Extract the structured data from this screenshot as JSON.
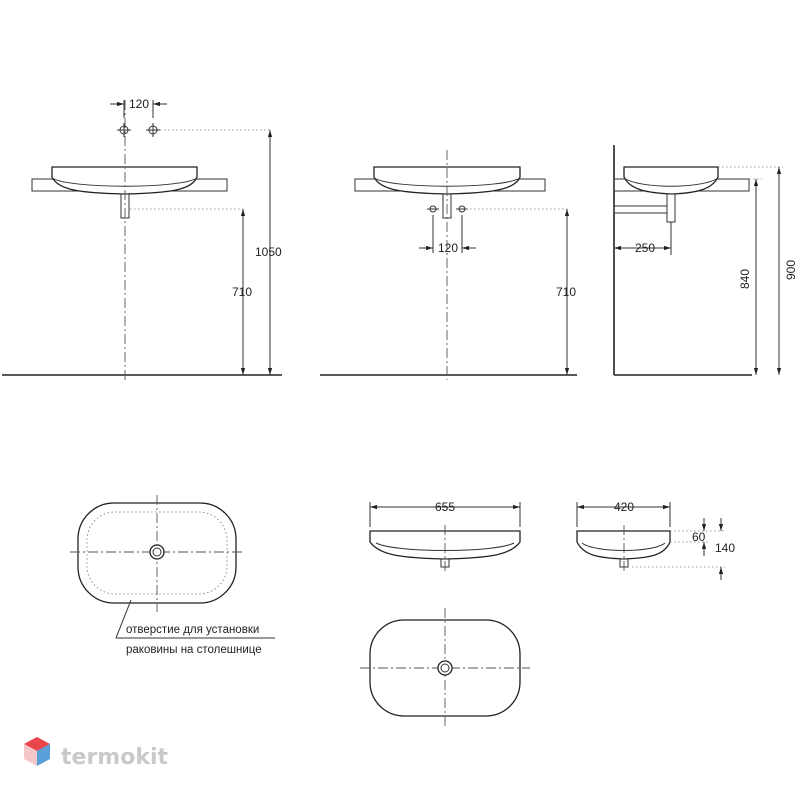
{
  "drawing": {
    "front": {
      "dim_taps": "120",
      "dim_total_height": "1050",
      "dim_drain_height": "710"
    },
    "front_alt": {
      "dim_drain_spacing": "120",
      "dim_drain_height": "710"
    },
    "side": {
      "dim_depth": "250",
      "dim_height_840": "840",
      "dim_height_900": "900"
    },
    "plan_view": {
      "note_line1": "отверстие для установки",
      "note_line2": "раковины на столешнице"
    },
    "section_front": {
      "dim_width": "655"
    },
    "section_side": {
      "dim_width": "420",
      "dim_inner": "60",
      "dim_depth": "140"
    }
  },
  "brand": {
    "name": "termokit",
    "colors": {
      "red": "#e8464b",
      "blue": "#5aa0d8",
      "gray": "#c9c9c9"
    }
  }
}
